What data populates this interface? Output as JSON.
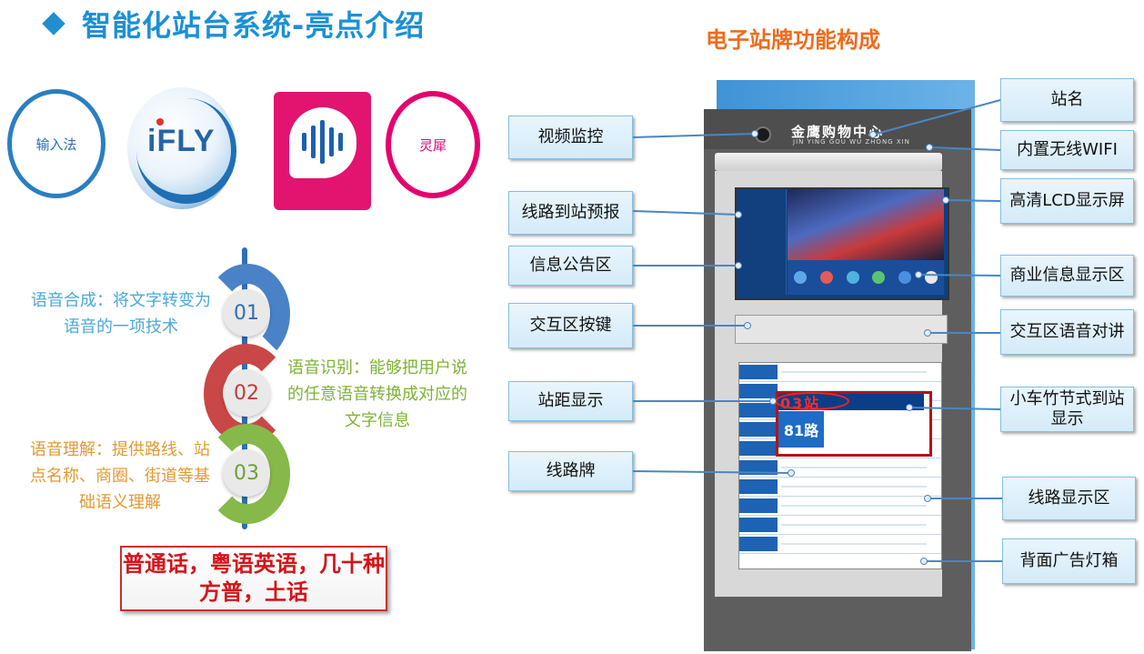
{
  "header": {
    "title": "智能化站台系统-亮点介绍",
    "subtitle": "电子站牌功能构成"
  },
  "logos": {
    "ime_label": "输入法",
    "ifly_label": "iFLY",
    "lingxi_label": "灵犀"
  },
  "timeline": {
    "steps": [
      {
        "number": "01",
        "text": "语音合成：将文字转变为语音的一项技术"
      },
      {
        "number": "02",
        "text": "语音识别：能够把用户说的任意语音转换成对应的文字信息"
      },
      {
        "number": "03",
        "text": "语音理解：提供路线、站点名称、商圈、街道等基础语义理解"
      }
    ],
    "languages": "普通话，粤语英语，几十种方普，土话"
  },
  "kiosk": {
    "station_name": "金鹰购物中心",
    "station_pinyin": "JIN YING GOU WU ZHONG XIN",
    "highlight_station": "03站",
    "highlight_route": "81路"
  },
  "callouts": {
    "left": [
      "视频监控",
      "线路到站预报",
      "信息公告区",
      "交互区按键",
      "站距显示",
      "线路牌"
    ],
    "right": [
      "站名",
      "内置无线WIFI",
      "高清LCD显示屏",
      "商业信息显示区",
      "交互区语音对讲",
      "小车竹节式到站显示",
      "线路显示区",
      "背面广告灯箱"
    ]
  }
}
